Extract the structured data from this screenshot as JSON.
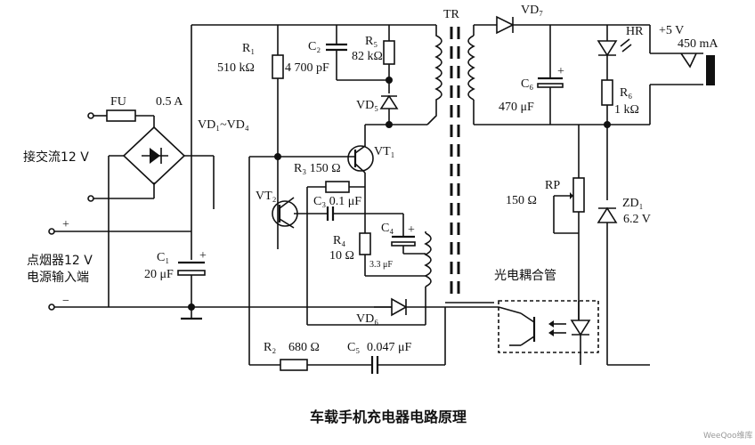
{
  "title": "车载手机充电器电路原理",
  "watermark": "WeeQoo维库",
  "labels": {
    "fu": "FU",
    "fu_val": "0.5 A",
    "ac_in": "接交流12 V",
    "bridge": "VD₁~VD₄",
    "plus": "+",
    "minus": "−",
    "cig_in_1": "点烟器12 V",
    "cig_in_2": "电源输入端",
    "c1": "C₁",
    "c1_val": "20 μF",
    "r1": "R₁",
    "r1_val": "510 kΩ",
    "c2": "C₂",
    "c2_val": "4 700 pF",
    "r5": "R₅",
    "r5_val": "82 kΩ",
    "vd5": "VD₅",
    "tr": "TR",
    "vd7": "VD₇",
    "c6": "C₆",
    "c6_val": "470 μF",
    "hr": "HR",
    "r6": "R₆",
    "r6_val": "1 kΩ",
    "v5": "+5 V",
    "ma": "450 mA",
    "vt1": "VT₁",
    "r3": "R₃ 150 Ω",
    "vt2": "VT₂",
    "c3": "C₃ 0.1 μF",
    "r4": "R₄",
    "r4_val": "10 Ω",
    "c4": "C₄",
    "c4_val": "3.3 μF",
    "rp_val": "150 Ω",
    "rp": "RP",
    "zd1": "ZD₁",
    "zd1_val": "6.2 V",
    "opto": "光电耦合管",
    "vd6": "VD₆",
    "r2": "R₂",
    "r2_val": "680 Ω",
    "c5": "C₅",
    "c5_val": "0.047 μF"
  }
}
